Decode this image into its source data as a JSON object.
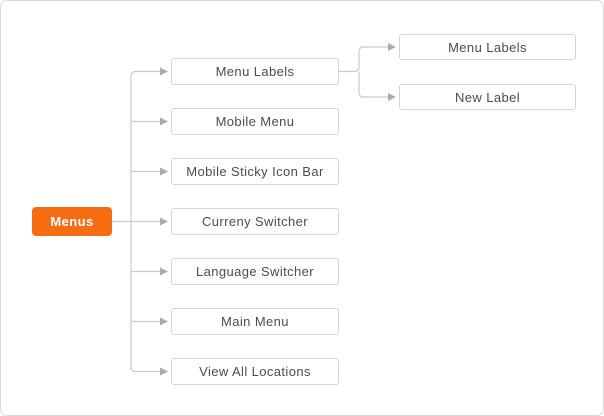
{
  "diagram": {
    "root": {
      "label": "Menus"
    },
    "children": [
      {
        "label": "Menu Labels",
        "children": [
          {
            "label": "Menu Labels"
          },
          {
            "label": "New Label"
          }
        ]
      },
      {
        "label": "Mobile Menu"
      },
      {
        "label": "Mobile Sticky Icon Bar"
      },
      {
        "label": "Curreny Switcher"
      },
      {
        "label": "Language Switcher"
      },
      {
        "label": "Main Menu"
      },
      {
        "label": "View All Locations"
      }
    ],
    "colors": {
      "root_bg": "#f66d14",
      "root_text": "#ffffff",
      "box_border": "#d5d5d5",
      "box_text": "#4d4d4d",
      "connector": "#c9c9c9",
      "arrow": "#ababab",
      "canvas_border": "#d9d9d9",
      "canvas_bg": "#ffffff"
    }
  }
}
